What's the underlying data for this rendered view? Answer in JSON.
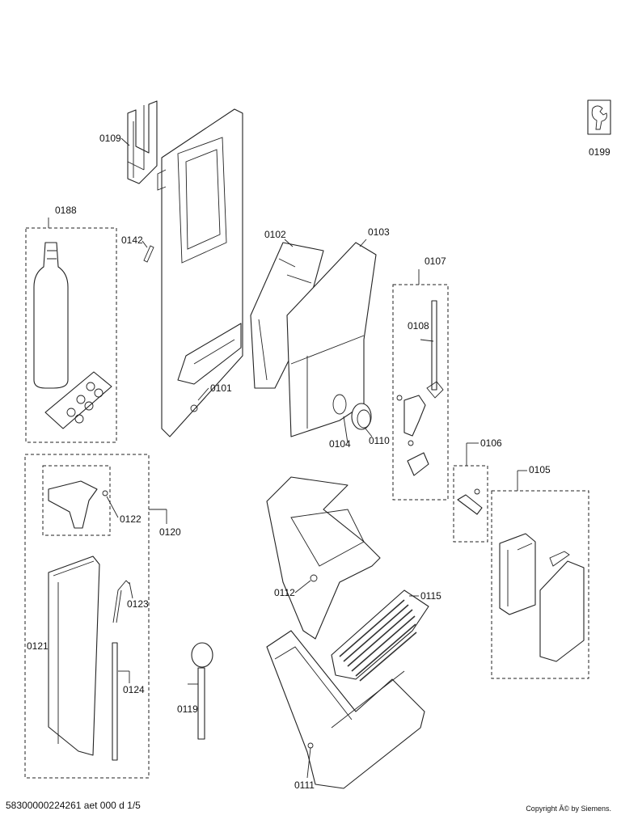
{
  "labels": {
    "p0101": "0101",
    "p0102": "0102",
    "p0103": "0103",
    "p0104": "0104",
    "p0105": "0105",
    "p0106": "0106",
    "p0107": "0107",
    "p0108": "0108",
    "p0109": "0109",
    "p0110": "0110",
    "p0111": "0111",
    "p0112": "0112",
    "p0115": "0115",
    "p0119": "0119",
    "p0120": "0120",
    "p0121": "0121",
    "p0122": "0122",
    "p0123": "0123",
    "p0124": "0124",
    "p0142": "0142",
    "p0188": "0188",
    "p0199": "0199"
  },
  "footer": {
    "doc_id": "58300000224261 aet 000 d 1/5",
    "copyright": "Copyright Â©  by Siemens."
  }
}
